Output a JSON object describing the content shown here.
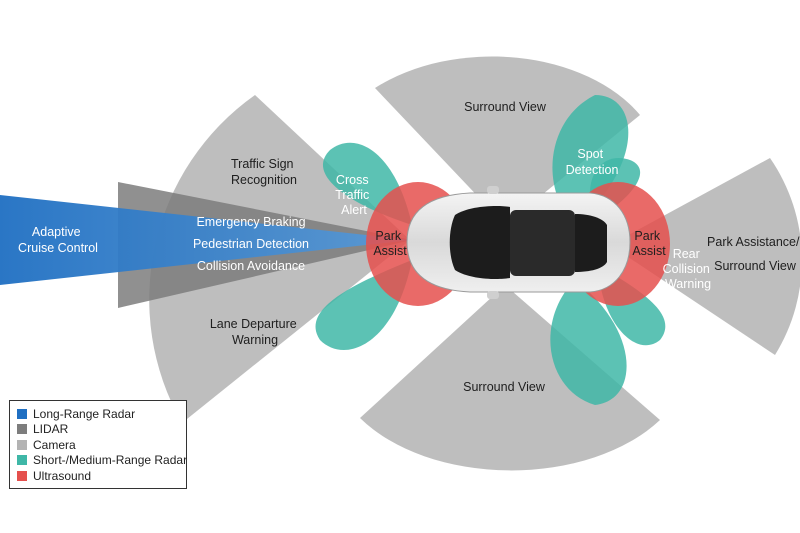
{
  "colors": {
    "long_range_radar": "#1f6fc2",
    "lidar": "#7d7d7d",
    "camera": "#b3b3b3",
    "short_medium_range_radar": "#3fb7a7",
    "ultrasound": "#e5504d"
  },
  "labels": {
    "adaptive_cruise_control": [
      "Adaptive",
      "Cruise Control"
    ],
    "emergency_braking": "Emergency Braking",
    "pedestrian_detection": "Pedestrian Detection",
    "collision_avoidance": "Collision Avoidance",
    "traffic_sign_recognition": [
      "Traffic Sign",
      "Recognition"
    ],
    "lane_departure_warning": [
      "Lane Departure",
      "Warning"
    ],
    "cross_traffic_alert": [
      "Cross",
      "Traffic",
      "Alert"
    ],
    "park_assist_front": [
      "Park",
      "Assist"
    ],
    "park_assist_rear": [
      "Park",
      "Assist"
    ],
    "surround_view_top": "Surround View",
    "surround_view_bottom": "Surround View",
    "spot_detection": [
      "Spot",
      "Detection"
    ],
    "rear_collision_warning": [
      "Rear",
      "Collision",
      "Warning"
    ],
    "park_assistance_surround_view": [
      "Park Assistance/",
      "Surround View"
    ]
  },
  "legend": [
    {
      "label": "Long-Range Radar",
      "color_key": "long_range_radar"
    },
    {
      "label": "LIDAR",
      "color_key": "lidar"
    },
    {
      "label": "Camera",
      "color_key": "camera"
    },
    {
      "label": "Short-/Medium-Range Radar",
      "color_key": "short_medium_range_radar"
    },
    {
      "label": "Ultrasound",
      "color_key": "ultrasound"
    }
  ]
}
